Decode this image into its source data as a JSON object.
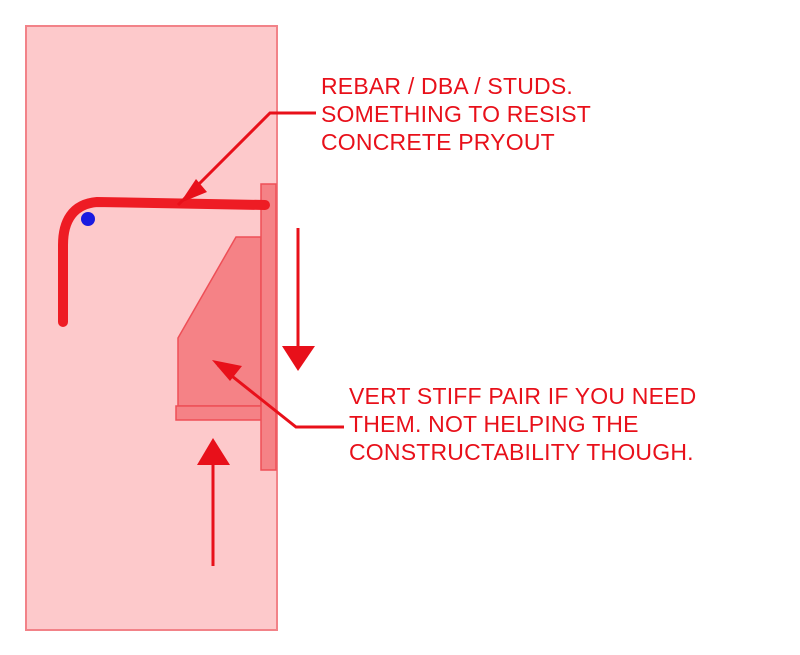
{
  "colors": {
    "annotation": "#e8101a",
    "concrete_fill": "#fdc9cb",
    "concrete_stroke": "#f28288",
    "steel_fill": "#f58286",
    "steel_stroke": "#ee4f57",
    "rebar": "#ee1c24",
    "bar_dot": "#1a1ae0"
  },
  "annotations": {
    "rebar_note": [
      "REBAR / DBA / STUDS.",
      "SOMETHING TO RESIST",
      "CONCRETE PRYOUT"
    ],
    "stiffener_note": [
      "VERT STIFF PAIR IF YOU NEED",
      "THEM.  NOT HELPING THE",
      "CONSTRUCTABILITY THOUGH."
    ]
  }
}
